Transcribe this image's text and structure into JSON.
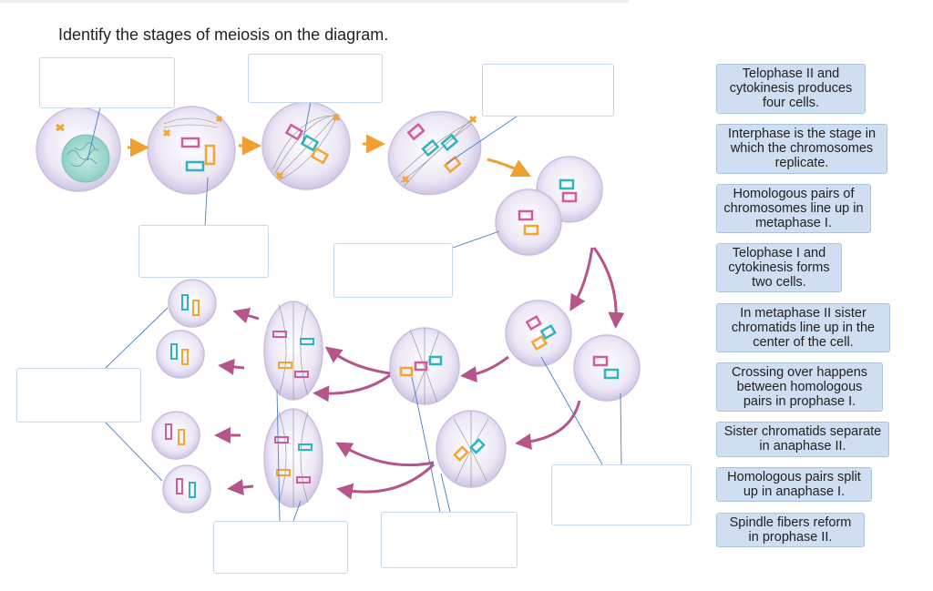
{
  "title": "Identify the stages of meiosis on the diagram.",
  "labels": [
    "Telophase II and cytokinesis produces four cells.",
    "Interphase is the stage in which the chromosomes replicate.",
    "Homologous pairs of chromosomes line up in metaphase I.",
    "Telophase I and cytokinesis forms two cells.",
    "In metaphase II sister chromatids line up in the center of the cell.",
    "Crossing over happens between homologous pairs in prophase I.",
    "Sister chromatids separate in anaphase II.",
    "Homologous pairs split up in anaphase I.",
    "Spindle fibers reform in prophase II."
  ],
  "colors": {
    "box_border": "#c8d8ea",
    "label_fill": "#cfdff1",
    "label_border": "#a9c4e2",
    "arrow_orange": "#f0a030",
    "arrow_purple": "#b5558a",
    "leader_line": "#4a7fc4",
    "cell_fill": "#e9e4f3",
    "nucleus": "#9ed8d0",
    "chrom_pink": "#d45aa0",
    "chrom_teal": "#2bb5c0",
    "chrom_orange": "#f2a531"
  }
}
